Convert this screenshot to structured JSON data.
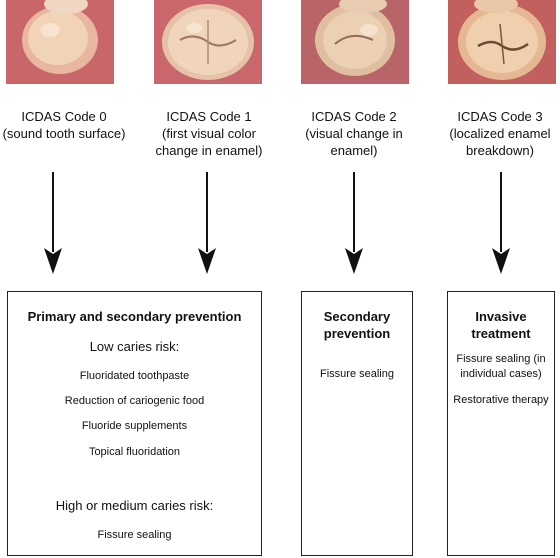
{
  "teeth": [
    {
      "code": "ICDAS Code 0",
      "description": [
        "(sound tooth surface)"
      ]
    },
    {
      "code": "ICDAS Code 1",
      "description": [
        "(first visual color",
        "change in enamel)"
      ]
    },
    {
      "code": "ICDAS Code 2",
      "description": [
        "(visual change in",
        "enamel)"
      ]
    },
    {
      "code": "ICDAS Code 3",
      "description": [
        "(localized enamel",
        "breakdown)"
      ]
    }
  ],
  "boxes": {
    "primary": {
      "title": "Primary and secondary prevention",
      "low_risk_heading": "Low caries risk:",
      "low_risk_items": [
        "Fluoridated toothpaste",
        "Reduction of cariogenic food",
        "Fluoride supplements",
        "Topical fluoridation"
      ],
      "high_risk_heading": "High or medium caries risk:",
      "high_risk_items": [
        "Fissure sealing"
      ]
    },
    "secondary": {
      "title": [
        "Secondary",
        "prevention"
      ],
      "items": [
        "Fissure sealing"
      ]
    },
    "invasive": {
      "title": [
        "Invasive",
        "treatment"
      ],
      "items": [
        [
          "Fissure sealing (in",
          "individual cases)"
        ],
        [
          "Restorative therapy"
        ]
      ]
    }
  }
}
